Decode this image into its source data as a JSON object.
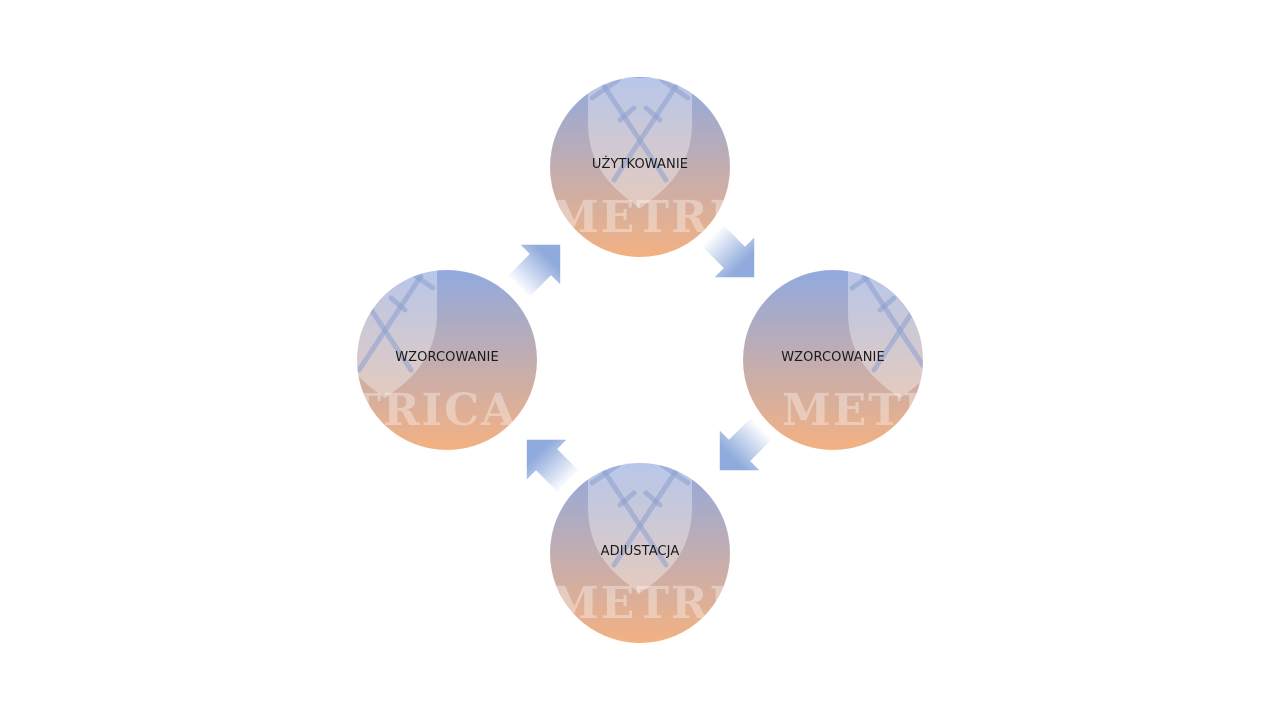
{
  "diagram": {
    "type": "cycle",
    "colors": {
      "circle_top": "#91a9df",
      "circle_bottom": "#f3b182",
      "arrow": "#8faadc",
      "watermark": "#ffffff"
    },
    "watermark_text": "METRICA",
    "nodes": [
      {
        "id": "top",
        "label": "UŻYTKOWANIE"
      },
      {
        "id": "right",
        "label": "WZORCOWANIE"
      },
      {
        "id": "bottom",
        "label": "ADIUSTACJA"
      },
      {
        "id": "left",
        "label": "WZORCOWANIE"
      }
    ],
    "flow": [
      "top",
      "right",
      "bottom",
      "left",
      "top"
    ]
  }
}
